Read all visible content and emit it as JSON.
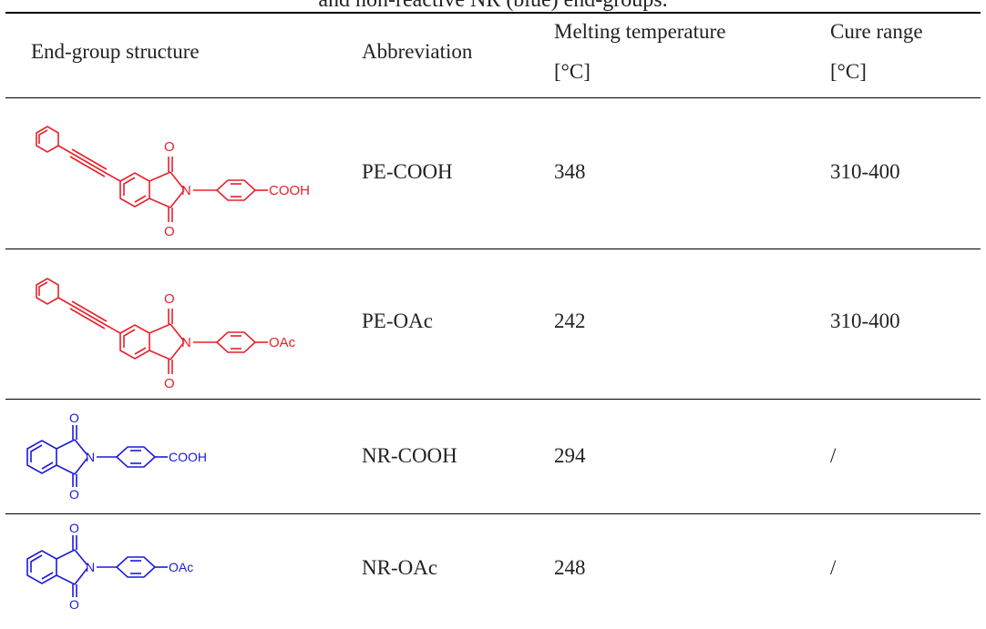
{
  "caption": "and non-reactive NR (blue) end-groups.",
  "headers": {
    "structure": "End-group structure",
    "abbreviation": "Abbreviation",
    "melting_line1": "Melting temperature",
    "melting_line2": "[°C]",
    "cure_line1": "Cure range",
    "cure_line2": "[°C]"
  },
  "colors": {
    "reactive": "#e8202a",
    "non_reactive": "#1a1ad8"
  },
  "rows": [
    {
      "abbreviation": "PE-COOH",
      "melting": "348",
      "cure": "310-400",
      "group": "COOH",
      "type": "reactive"
    },
    {
      "abbreviation": "PE-OAc",
      "melting": "242",
      "cure": "310-400",
      "group": "OAc",
      "type": "reactive"
    },
    {
      "abbreviation": "NR-COOH",
      "melting": "294",
      "cure": "/",
      "group": "COOH",
      "type": "non_reactive"
    },
    {
      "abbreviation": "NR-OAc",
      "melting": "248",
      "cure": "/",
      "group": "OAc",
      "type": "non_reactive"
    }
  ]
}
